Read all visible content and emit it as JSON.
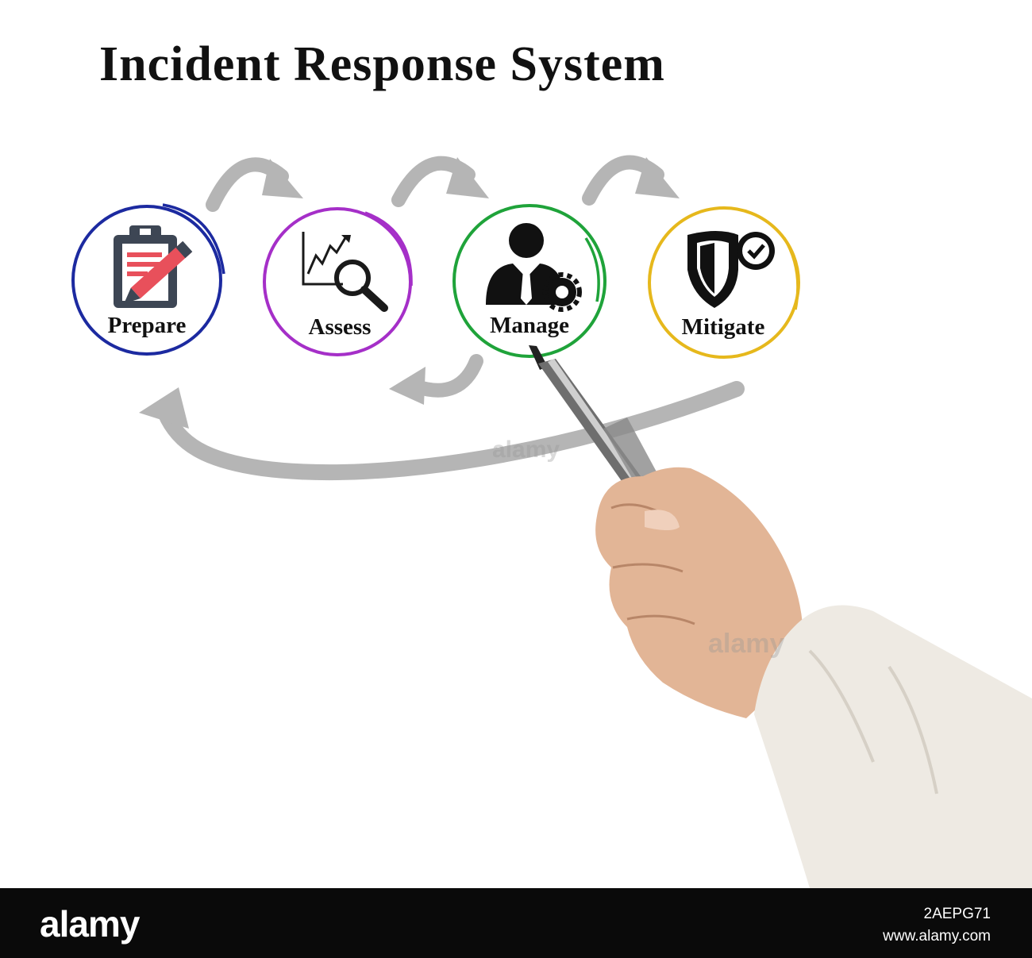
{
  "title": "Incident Response System",
  "steps": [
    {
      "label": "Prepare",
      "icon": "clipboard-pencil-icon",
      "ring_color": "#1c2aa0"
    },
    {
      "label": "Assess",
      "icon": "chart-magnifier-icon",
      "ring_color": "#a52fc8"
    },
    {
      "label": "Manage",
      "icon": "manager-gear-icon",
      "ring_color": "#1fa33a"
    },
    {
      "label": "Mitigate",
      "icon": "shield-check-icon",
      "ring_color": "#e6b81c"
    }
  ],
  "colors": {
    "arrow": "#b5b5b5",
    "icon_dark": "#3d4654",
    "icon_accent": "#e8505b",
    "footer_bg": "#0a0a0a"
  },
  "watermark": {
    "text": "alamy"
  },
  "footer": {
    "logo": "alamy",
    "image_id": "2AEPG71",
    "url": "www.alamy.com"
  }
}
